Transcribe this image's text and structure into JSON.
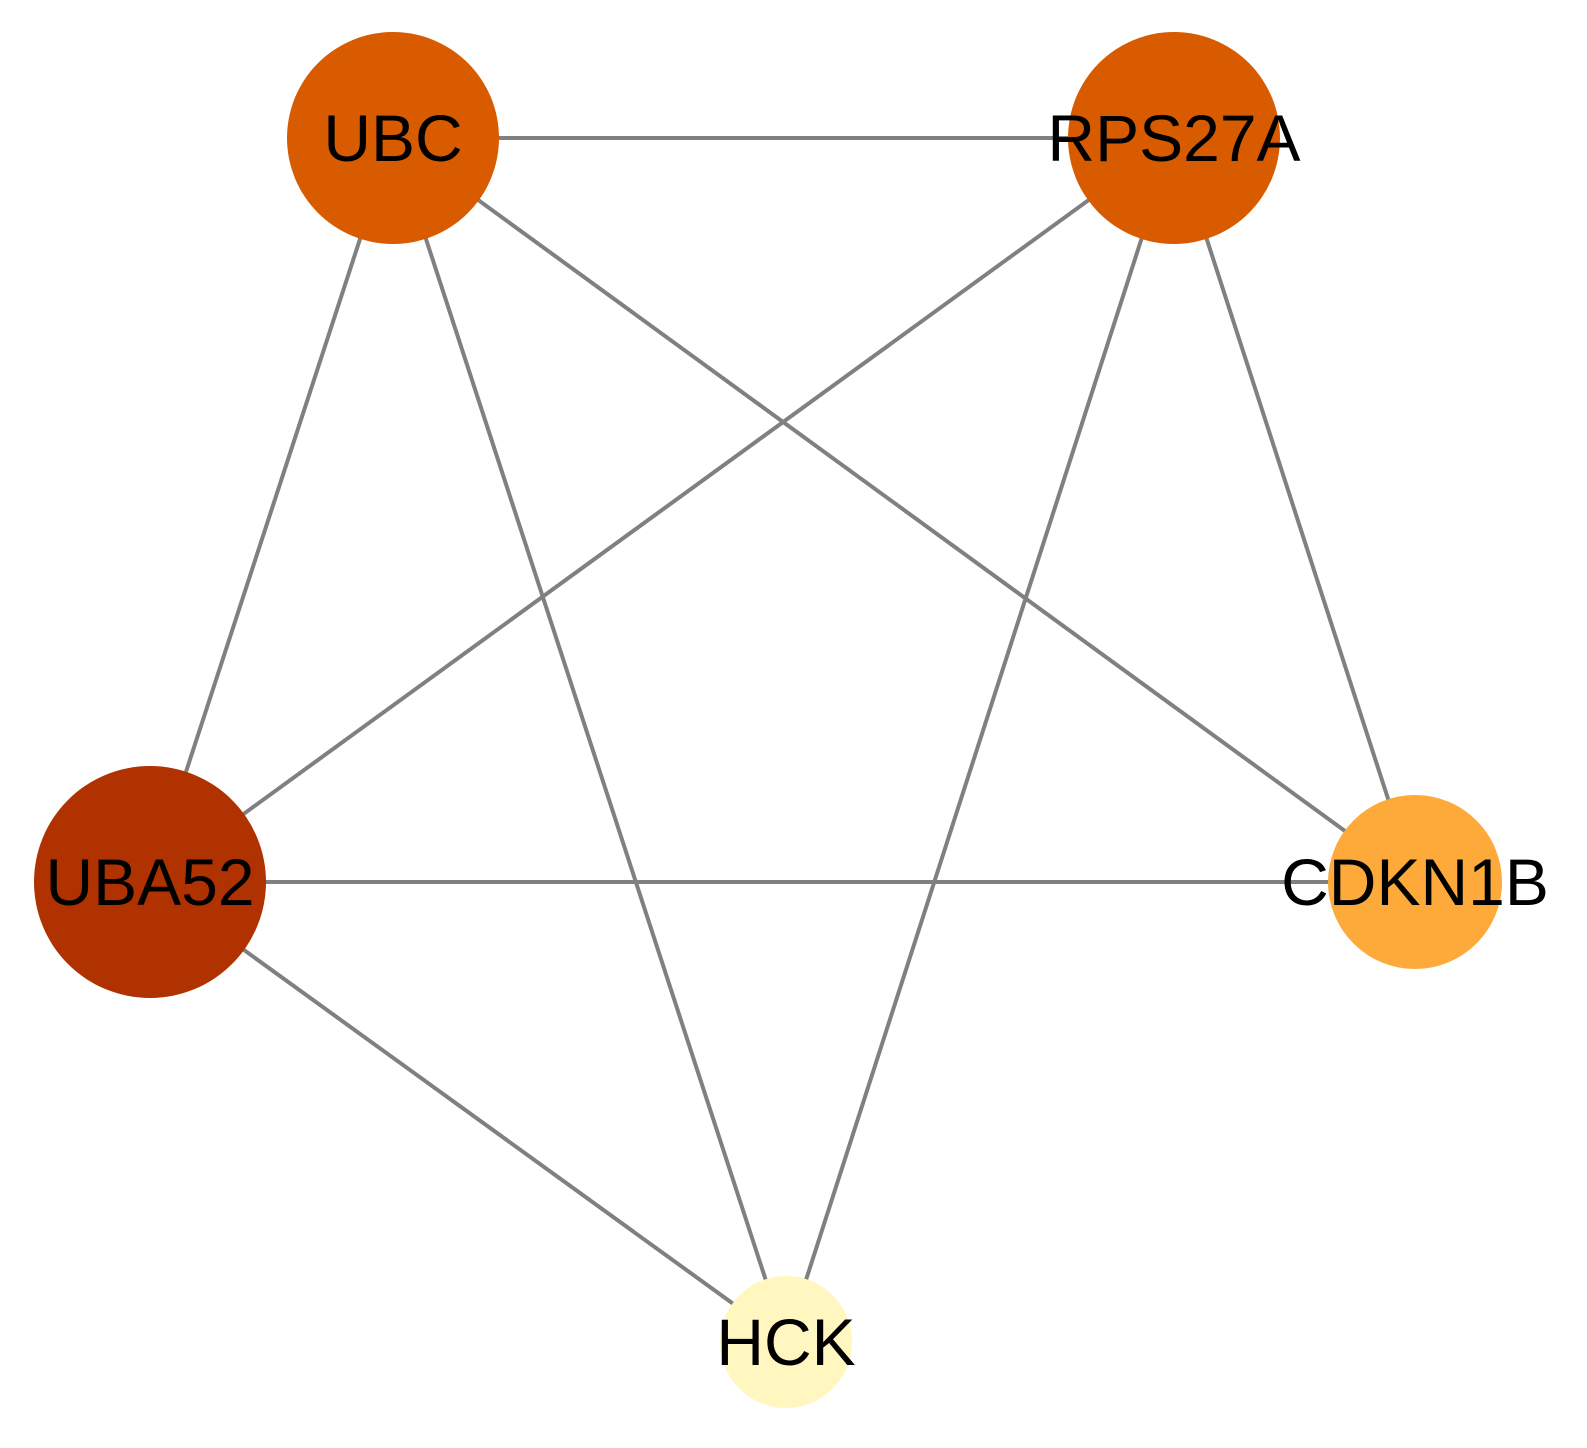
{
  "network": {
    "edge_color": "#808080",
    "nodes": [
      {
        "id": "UBC",
        "label": "UBC",
        "color": "#d95b00"
      },
      {
        "id": "RPS27A",
        "label": "RPS27A",
        "color": "#d95b00"
      },
      {
        "id": "UBA52",
        "label": "UBA52",
        "color": "#b03200"
      },
      {
        "id": "CDKN1B",
        "label": "CDKN1B",
        "color": "#fdaa3b"
      },
      {
        "id": "HCK",
        "label": "HCK",
        "color": "#fff7bf"
      }
    ],
    "edges": [
      {
        "source": "UBC",
        "target": "RPS27A"
      },
      {
        "source": "UBC",
        "target": "UBA52"
      },
      {
        "source": "UBC",
        "target": "HCK"
      },
      {
        "source": "UBC",
        "target": "CDKN1B"
      },
      {
        "source": "RPS27A",
        "target": "UBA52"
      },
      {
        "source": "RPS27A",
        "target": "HCK"
      },
      {
        "source": "RPS27A",
        "target": "CDKN1B"
      },
      {
        "source": "UBA52",
        "target": "CDKN1B"
      },
      {
        "source": "UBA52",
        "target": "HCK"
      }
    ]
  }
}
